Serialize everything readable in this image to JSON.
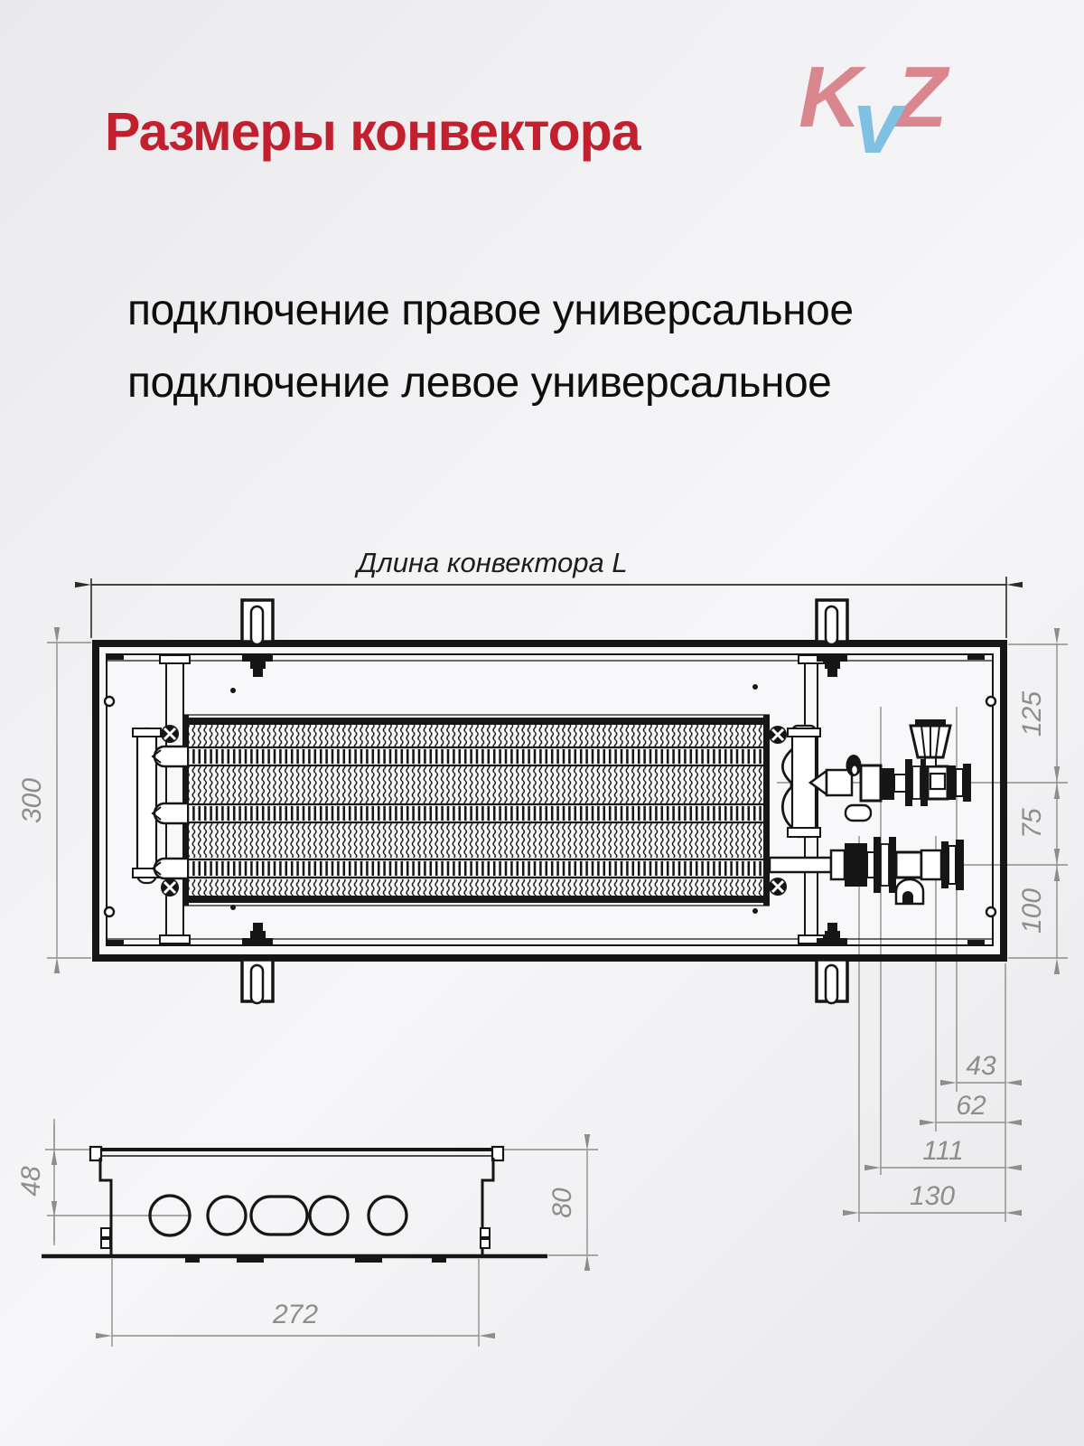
{
  "header": {
    "title": "Размеры конвектора"
  },
  "logo": {
    "k": "K",
    "v": "v",
    "z": "Z"
  },
  "subtitle": {
    "line1": "подключение правое универсальное",
    "line2": "подключение левое универсальное"
  },
  "drawing": {
    "length_label": "Длина конвектора L",
    "dims": {
      "height": "300",
      "offset_top": "125",
      "offset_mid": "75",
      "offset_bottom": "100",
      "c43": "43",
      "c62": "62",
      "c111": "111",
      "c130": "130",
      "side_top": "48",
      "side_height": "80",
      "side_width": "272"
    }
  },
  "colors": {
    "accent_red": "#c2202f",
    "logo_pink": "#d9868f",
    "logo_blue": "#7fc0e3",
    "dim_gray": "#8d8d8d",
    "line_black": "#161616"
  }
}
